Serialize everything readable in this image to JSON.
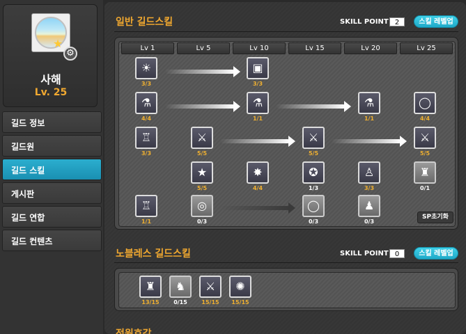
{
  "profile": {
    "guild_name": "사해",
    "guild_level": "Lv. 25"
  },
  "menu": [
    {
      "label": "길드 정보",
      "active": false
    },
    {
      "label": "길드원",
      "active": false
    },
    {
      "label": "길드 스킬",
      "active": true
    },
    {
      "label": "게시판",
      "active": false
    },
    {
      "label": "길드 연합",
      "active": false
    },
    {
      "label": "길드 컨텐츠",
      "active": false
    }
  ],
  "general": {
    "title": "일반 길드스킬",
    "sp_label": "SKILL POINT",
    "sp_value": "2",
    "levelup_label": "스킬 레벨업",
    "levels": [
      "Lv 1",
      "Lv 5",
      "Lv 10",
      "Lv 15",
      "Lv 20",
      "Lv 25"
    ],
    "sp_reset_label": "SP초기화",
    "skills": [
      {
        "icon": "sun-icon",
        "glyph": "☀",
        "count": "3/3",
        "locked": false
      },
      {
        "icon": "scroll-icon",
        "glyph": "▣",
        "count": "3/3",
        "locked": false
      },
      {
        "icon": "potion-icon",
        "glyph": "⚗",
        "count": "4/4",
        "locked": false
      },
      {
        "icon": "potion-icon",
        "glyph": "⚗",
        "count": "1/1",
        "locked": false
      },
      {
        "icon": "potion-icon",
        "glyph": "⚗",
        "count": "1/1",
        "locked": false
      },
      {
        "icon": "orb-icon",
        "glyph": "◯",
        "count": "4/4",
        "locked": false
      },
      {
        "icon": "warrior-icon",
        "glyph": "♖",
        "count": "3/3",
        "locked": false
      },
      {
        "icon": "sword-icon",
        "glyph": "⚔",
        "count": "5/5",
        "locked": false
      },
      {
        "icon": "sword-icon",
        "glyph": "⚔",
        "count": "5/5",
        "locked": false
      },
      {
        "icon": "sword-icon",
        "glyph": "⚔",
        "count": "5/5",
        "locked": false
      },
      {
        "icon": "star-icon",
        "glyph": "★",
        "count": "5/5",
        "locked": false
      },
      {
        "icon": "burst-icon",
        "glyph": "✸",
        "count": "4/4",
        "locked": false
      },
      {
        "icon": "medal-icon",
        "glyph": "✪",
        "count": "1/3",
        "locked": false
      },
      {
        "icon": "character-up-icon",
        "glyph": "♙",
        "count": "3/3",
        "locked": false
      },
      {
        "icon": "crowd-icon",
        "glyph": "♜",
        "count": "0/1",
        "locked": true
      },
      {
        "icon": "warrior-exp-icon",
        "glyph": "♖",
        "count": "1/1",
        "locked": false
      },
      {
        "icon": "coin-icon",
        "glyph": "◎",
        "count": "0/3",
        "locked": true
      },
      {
        "icon": "shield-icon",
        "glyph": "◯",
        "count": "0/3",
        "locked": true
      },
      {
        "icon": "portrait-icon",
        "glyph": "♟",
        "count": "0/3",
        "locked": true
      }
    ]
  },
  "noblesse": {
    "title": "노블레스 길드스킬",
    "sp_label": "SKILL POINT",
    "sp_value": "0",
    "levelup_label": "스킬 레벨업",
    "skills": [
      {
        "icon": "boss-icon",
        "glyph": "♜",
        "count": "13/15",
        "locked": false
      },
      {
        "icon": "party-icon",
        "glyph": "♞",
        "count": "0/15",
        "locked": true
      },
      {
        "icon": "attack-up-icon",
        "glyph": "⚔",
        "count": "15/15",
        "locked": false
      },
      {
        "icon": "explosion-icon",
        "glyph": "✺",
        "count": "15/15",
        "locked": false
      }
    ]
  },
  "next_section_title": "전원호감"
}
